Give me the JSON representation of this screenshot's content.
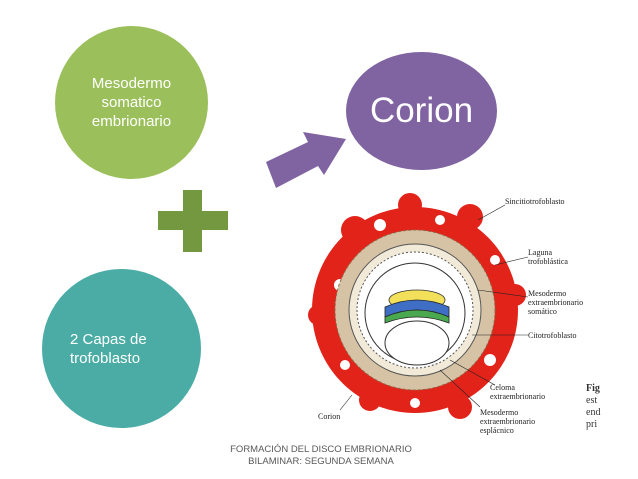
{
  "nodes": {
    "mesodermo": "Mesodermo somatico embrionario",
    "corion": "Corion",
    "trofoblasto": "2 Capas de trofoblasto"
  },
  "colors": {
    "green": "#9bc05b",
    "purple": "#8064a2",
    "teal": "#4aaca5",
    "plus": "#739840",
    "red": "#e2231a"
  },
  "figure": {
    "labels": {
      "sincitio": "Sincitiotrofoblasto",
      "laguna_1": "Laguna",
      "laguna_2": "trofoblástica",
      "meso_extra_1": "Mesodermo",
      "meso_extra_2": "extraembrionario",
      "meso_extra_3": "somático",
      "citotrofo": "Citotrofoblasto",
      "celoma_1": "Celoma",
      "celoma_2": "extraembrionario",
      "meso_espl_1": "Mesodermo",
      "meso_espl_2": "extraembrionario",
      "meso_espl_3": "esplácnico",
      "corion": "Corion"
    },
    "side_text": [
      "Fig",
      "est",
      "end",
      "pri"
    ]
  },
  "caption": {
    "line1": "FORMACIÓN DEL DISCO EMBRIONARIO",
    "line2": "BILAMINAR: SEGUNDA SEMANA"
  }
}
